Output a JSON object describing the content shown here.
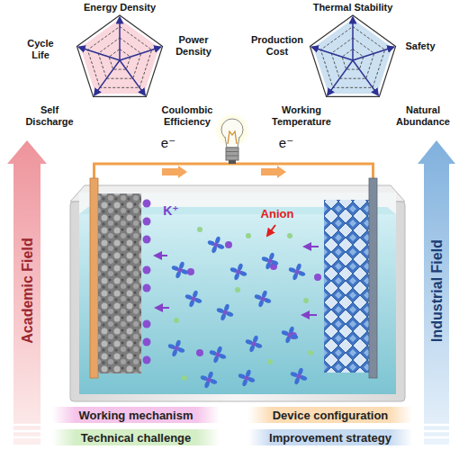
{
  "diagram": {
    "nodes": [
      {
        "text": [
          "Academic Field"
        ]
      },
      {
        "text": [
          "Industrial Field"
        ]
      },
      {
        "text": [
          "Working mechanism"
        ]
      },
      {
        "text": [
          "Device configuration"
        ]
      },
      {
        "text": [
          "Technical challenge"
        ]
      },
      {
        "text": [
          "Improvement strategy"
        ]
      }
    ],
    "labels": [
      "Energy Density",
      "Cycle Life",
      "Power Density",
      "Self Discharge",
      "Coulombic Efficiency",
      "Thermal Stability",
      "Production Cost",
      "Safety",
      "Working Temperature",
      "Natural Abundance",
      "e⁻",
      "e⁻",
      "K⁺",
      "Anion"
    ]
  }
}
